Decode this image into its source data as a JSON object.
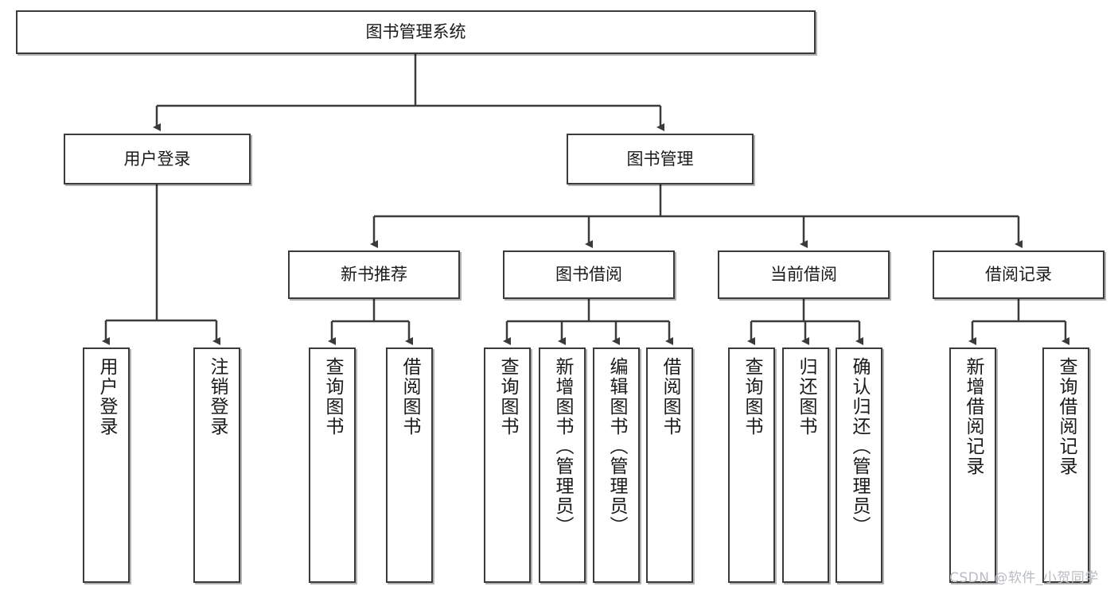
{
  "diagram": {
    "title": "图书管理系统",
    "root": {
      "label": "图书管理系统"
    },
    "level2": [
      {
        "label": "用户登录"
      },
      {
        "label": "图书管理"
      }
    ],
    "level3": [
      {
        "label": "新书推荐"
      },
      {
        "label": "图书借阅"
      },
      {
        "label": "当前借阅"
      },
      {
        "label": "借阅记录"
      }
    ],
    "leaves": {
      "user_login": [
        {
          "label": "用户登录"
        },
        {
          "label": "注销登录"
        }
      ],
      "new_book_recommend": [
        {
          "label": "查询图书"
        },
        {
          "label": "借阅图书"
        }
      ],
      "book_borrow": [
        {
          "label": "查询图书"
        },
        {
          "label": "新增图书（管理员）"
        },
        {
          "label": "编辑图书（管理员）"
        },
        {
          "label": "借阅图书"
        }
      ],
      "current_borrow": [
        {
          "label": "查询图书"
        },
        {
          "label": "归还图书"
        },
        {
          "label": "确认归还（管理员）"
        }
      ],
      "borrow_record": [
        {
          "label": "新增借阅记录"
        },
        {
          "label": "查询借阅记录"
        }
      ]
    }
  },
  "watermark": {
    "text": "CSDN @软件_小贺同学"
  },
  "colors": {
    "border": "#3a3a3a",
    "background": "#ffffff",
    "text": "#1a1a1a",
    "connector": "#3a3a3a",
    "watermark": "#b9bcc1"
  }
}
